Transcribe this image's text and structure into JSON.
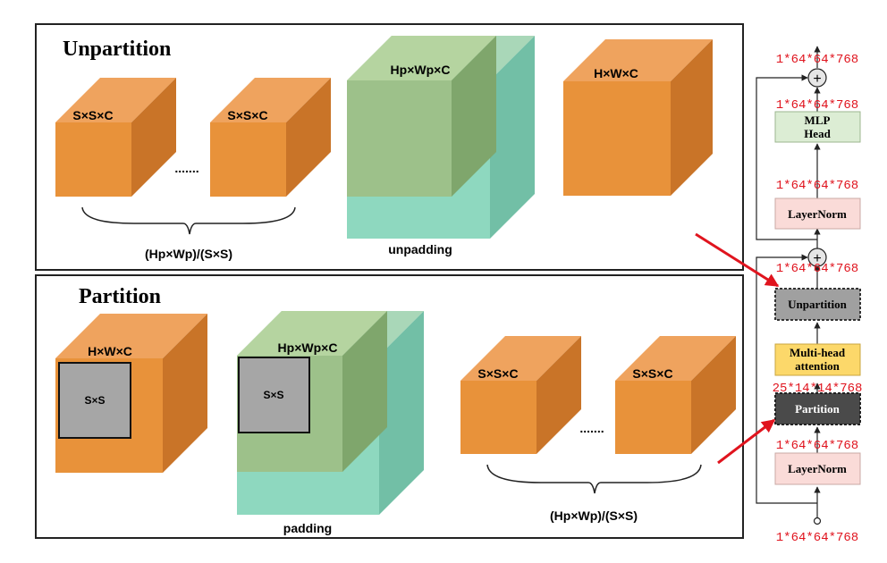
{
  "colors": {
    "orange_front": "#e8923a",
    "orange_top": "#efa35e",
    "orange_side": "#c97428",
    "green_front": "#9dc18a",
    "green_top": "#b5d4a0",
    "teal": "#8ed8bf",
    "teal_side": "#72bfa6",
    "gray_square": "#a6a6a6",
    "red": "#e0141e",
    "mlp_fill": "#dcedd4",
    "norm_fill": "#fadbd8",
    "attn_fill": "#fcd86a",
    "unpart_fill": "#a0a0a0",
    "part_fill": "#4a4a4a"
  },
  "unpartition_panel": {
    "title": "Unpartition",
    "cube1_label": "S×S×C",
    "cube2_label": "S×S×C",
    "dots": ".......",
    "brace_caption": "(Hp×Wp)/(S×S)",
    "padded_cube_label": "Hp×Wp×C",
    "padded_caption": "unpadding",
    "result_cube_label": "H×W×C"
  },
  "partition_panel": {
    "title": "Partition",
    "input_cube_label": "H×W×C",
    "input_square_label": "S×S",
    "padded_cube_label": "Hp×Wp×C",
    "padded_square_label": "S×S",
    "padded_caption": "padding",
    "out_cube1_label": "S×S×C",
    "out_cube2_label": "S×S×C",
    "dots": ".......",
    "brace_caption": "(Hp×Wp)/(S×S)"
  },
  "pipeline": {
    "input_dims": "1*64*64*768",
    "layernorm1_label": "LayerNorm",
    "dims_after_norm1": "1*64*64*768",
    "partition_label": "Partition",
    "dims_after_partition": "25*14*14*768",
    "attention_label_line1": "Multi-head",
    "attention_label_line2": "attention",
    "unpartition_label": "Unpartition",
    "dims_after_unpartition": "1*64*64*768",
    "add1_symbol": "+",
    "layernorm2_label": "LayerNorm",
    "dims_after_norm2": "1*64*64*768",
    "mlp_label_line1": "MLP",
    "mlp_label_line2": "Head",
    "dims_after_mlp": "1*64*64*768",
    "add2_symbol": "+",
    "output_dims": "1*64*64*768"
  }
}
